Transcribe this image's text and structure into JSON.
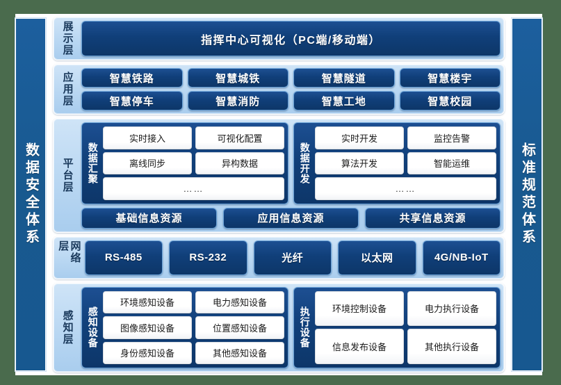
{
  "pillars": {
    "left": "数据安全体系",
    "right": "标准规范体系"
  },
  "layers": {
    "display": {
      "name": "展示层",
      "banner": "指挥中心可视化（PC端/移动端）"
    },
    "application": {
      "name": "应用层",
      "rows": [
        [
          "智慧铁路",
          "智慧城铁",
          "智慧隧道",
          "智慧楼宇"
        ],
        [
          "智慧停车",
          "智慧消防",
          "智慧工地",
          "智慧校园"
        ]
      ]
    },
    "platform": {
      "name": "平台层",
      "groups": [
        {
          "label": "数据汇聚",
          "rows": [
            [
              "实时接入",
              "可视化配置"
            ],
            [
              "离线同步",
              "异构数据"
            ]
          ],
          "ellipsis": "……"
        },
        {
          "label": "数据开发",
          "rows": [
            [
              "实时开发",
              "监控告警"
            ],
            [
              "算法开发",
              "智能运维"
            ]
          ],
          "ellipsis": "……"
        }
      ],
      "resources": [
        "基础信息资源",
        "应用信息资源",
        "共享信息资源"
      ]
    },
    "network": {
      "name": "网络层",
      "items": [
        "RS-485",
        "RS-232",
        "光纤",
        "以太网",
        "4G/NB-IoT"
      ]
    },
    "sensing": {
      "name": "感知层",
      "groups": [
        {
          "label": "感知设备",
          "rows": [
            [
              "环境感知设备",
              "电力感知设备"
            ],
            [
              "图像感知设备",
              "位置感知设备"
            ],
            [
              "身份感知设备",
              "其他感知设备"
            ]
          ]
        },
        {
          "label": "执行设备",
          "rows": [
            [
              "环境控制设备",
              "电力执行设备"
            ],
            [
              "信息发布设备",
              "其他执行设备"
            ]
          ]
        }
      ]
    }
  },
  "colors": {
    "page_background": "#4a6b4d",
    "canvas": "#ffffff",
    "pillar_blue": "#1c5f9e",
    "layer_band": "#bcd9f2",
    "dark_box": "#114079",
    "box_border": "#6ba3d8",
    "white_cell": "#ffffff"
  }
}
